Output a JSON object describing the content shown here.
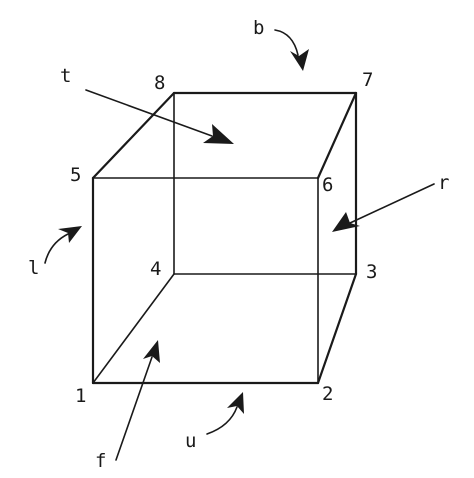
{
  "figure": {
    "vertex_labels": {
      "v1": "1",
      "v2": "2",
      "v3": "3",
      "v4": "4",
      "v5": "5",
      "v6": "6",
      "v7": "7",
      "v8": "8"
    },
    "face_labels": {
      "top": "t",
      "bottom": "b",
      "left": "l",
      "right": "r",
      "front": "f",
      "under": "u"
    }
  }
}
